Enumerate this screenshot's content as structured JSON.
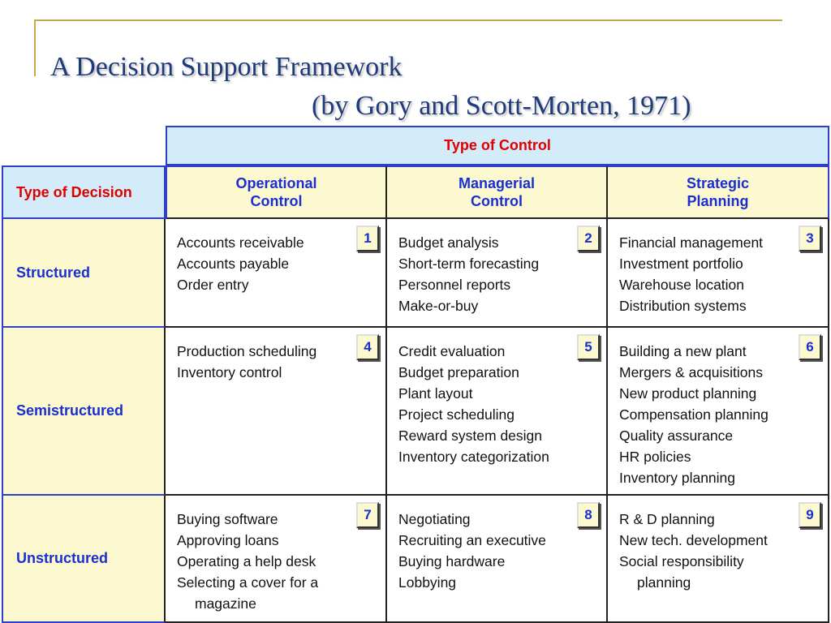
{
  "title": "A Decision Support Framework",
  "subtitle": "(by Gory and Scott-Morten, 1971)",
  "table": {
    "type_of_control": "Type of Control",
    "type_of_decision": "Type of Decision",
    "columns": [
      {
        "line1": "Operational",
        "line2": "Control"
      },
      {
        "line1": "Managerial",
        "line2": "Control"
      },
      {
        "line1": "Strategic",
        "line2": "Planning"
      }
    ],
    "rows": [
      {
        "label": "Structured",
        "cells": [
          {
            "num": "1",
            "items": [
              "Accounts receivable",
              "Accounts payable",
              "Order entry"
            ]
          },
          {
            "num": "2",
            "items": [
              "Budget analysis",
              "Short-term forecasting",
              "Personnel reports",
              "Make-or-buy"
            ]
          },
          {
            "num": "3",
            "items": [
              "Financial management",
              "Investment portfolio",
              "Warehouse location",
              "Distribution systems"
            ]
          }
        ]
      },
      {
        "label": "Semistructured",
        "cells": [
          {
            "num": "4",
            "items": [
              "Production scheduling",
              "Inventory control"
            ]
          },
          {
            "num": "5",
            "items": [
              "Credit evaluation",
              "Budget preparation",
              "Plant layout",
              "Project scheduling",
              "Reward system design",
              "Inventory categorization"
            ]
          },
          {
            "num": "6",
            "items": [
              "Building a new plant",
              "Mergers & acquisitions",
              "New product planning",
              "Compensation planning",
              "Quality assurance",
              "HR policies",
              "Inventory planning"
            ]
          }
        ]
      },
      {
        "label": "Unstructured",
        "cells": [
          {
            "num": "7",
            "items": [
              "Buying software",
              "Approving loans",
              "Operating a help desk",
              "Selecting a cover for a",
              "magazine"
            ]
          },
          {
            "num": "8",
            "items": [
              "Negotiating",
              "Recruiting an executive",
              "Buying hardware",
              "Lobbying"
            ]
          },
          {
            "num": "9",
            "items": [
              "R & D planning",
              "New tech. development",
              "Social responsibility",
              "planning"
            ]
          }
        ]
      }
    ]
  }
}
